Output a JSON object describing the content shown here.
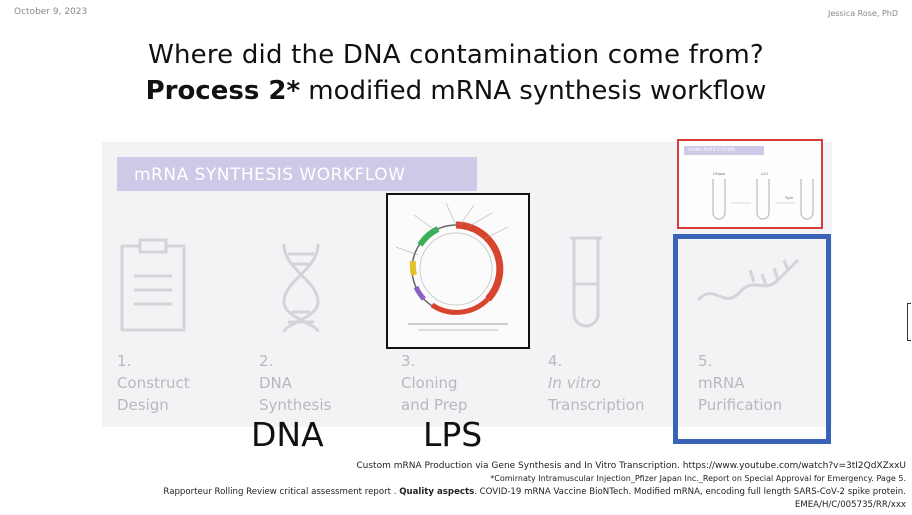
{
  "header": {
    "date": "October 9, 2023",
    "author": "Jessica Rose, PhD"
  },
  "title": {
    "line1": "Where did the DNA contamination come from?",
    "line2_bold": "Process 2*",
    "line2_rest": " modified mRNA synthesis workflow"
  },
  "workflow": {
    "header": "mRNA SYNTHESIS WORKFLOW",
    "steps": [
      {
        "num": "1.",
        "label1": "Construct",
        "label2": "Design",
        "icon": "clipboard-icon"
      },
      {
        "num": "2.",
        "label1": "DNA",
        "label2": "Synthesis",
        "icon": "dna-helix-icon"
      },
      {
        "num": "3.",
        "label1": "Cloning",
        "label2": "and Prep",
        "icon": "plasmid-map-icon"
      },
      {
        "num": "4.",
        "label1": "In vitro",
        "label2": "Transcription",
        "icon": "test-tube-icon"
      },
      {
        "num": "5.",
        "label1": "mRNA",
        "label2": "Purification",
        "icon": "mrna-strand-icon"
      }
    ],
    "inset_tag": "mRNA PURIFICATION",
    "inset_labels": [
      "DNase",
      "LiCl",
      "Spin"
    ]
  },
  "annotations": {
    "dna": "DNA",
    "lps": "LPS"
  },
  "references": {
    "ref1": "Custom mRNA Production via Gene Synthesis and In Vitro Transcription. https://www.youtube.com/watch?v=3tI2QdXZxxU",
    "ref2": "*Comirnaty Intramuscular Injection_Pfizer Japan Inc._Report on Special Approval for Emergency. Page 5.",
    "ref3_pre": "Rapporteur Rolling Review critical assessment report . ",
    "ref3_bold": "Quality aspects",
    "ref3_post": ". COVID-19 mRNA Vaccine BioNTech. Modified mRNA, encoding full length SARS-CoV-2 spike protein.",
    "ref4": "EMEA/H/C/005735/RR/xxx"
  },
  "colors": {
    "workflow_header": "#cfc9e8",
    "blue_box": "#3a63b8",
    "red_box": "#d83b3b",
    "plasmid_red": "#d8452e"
  }
}
